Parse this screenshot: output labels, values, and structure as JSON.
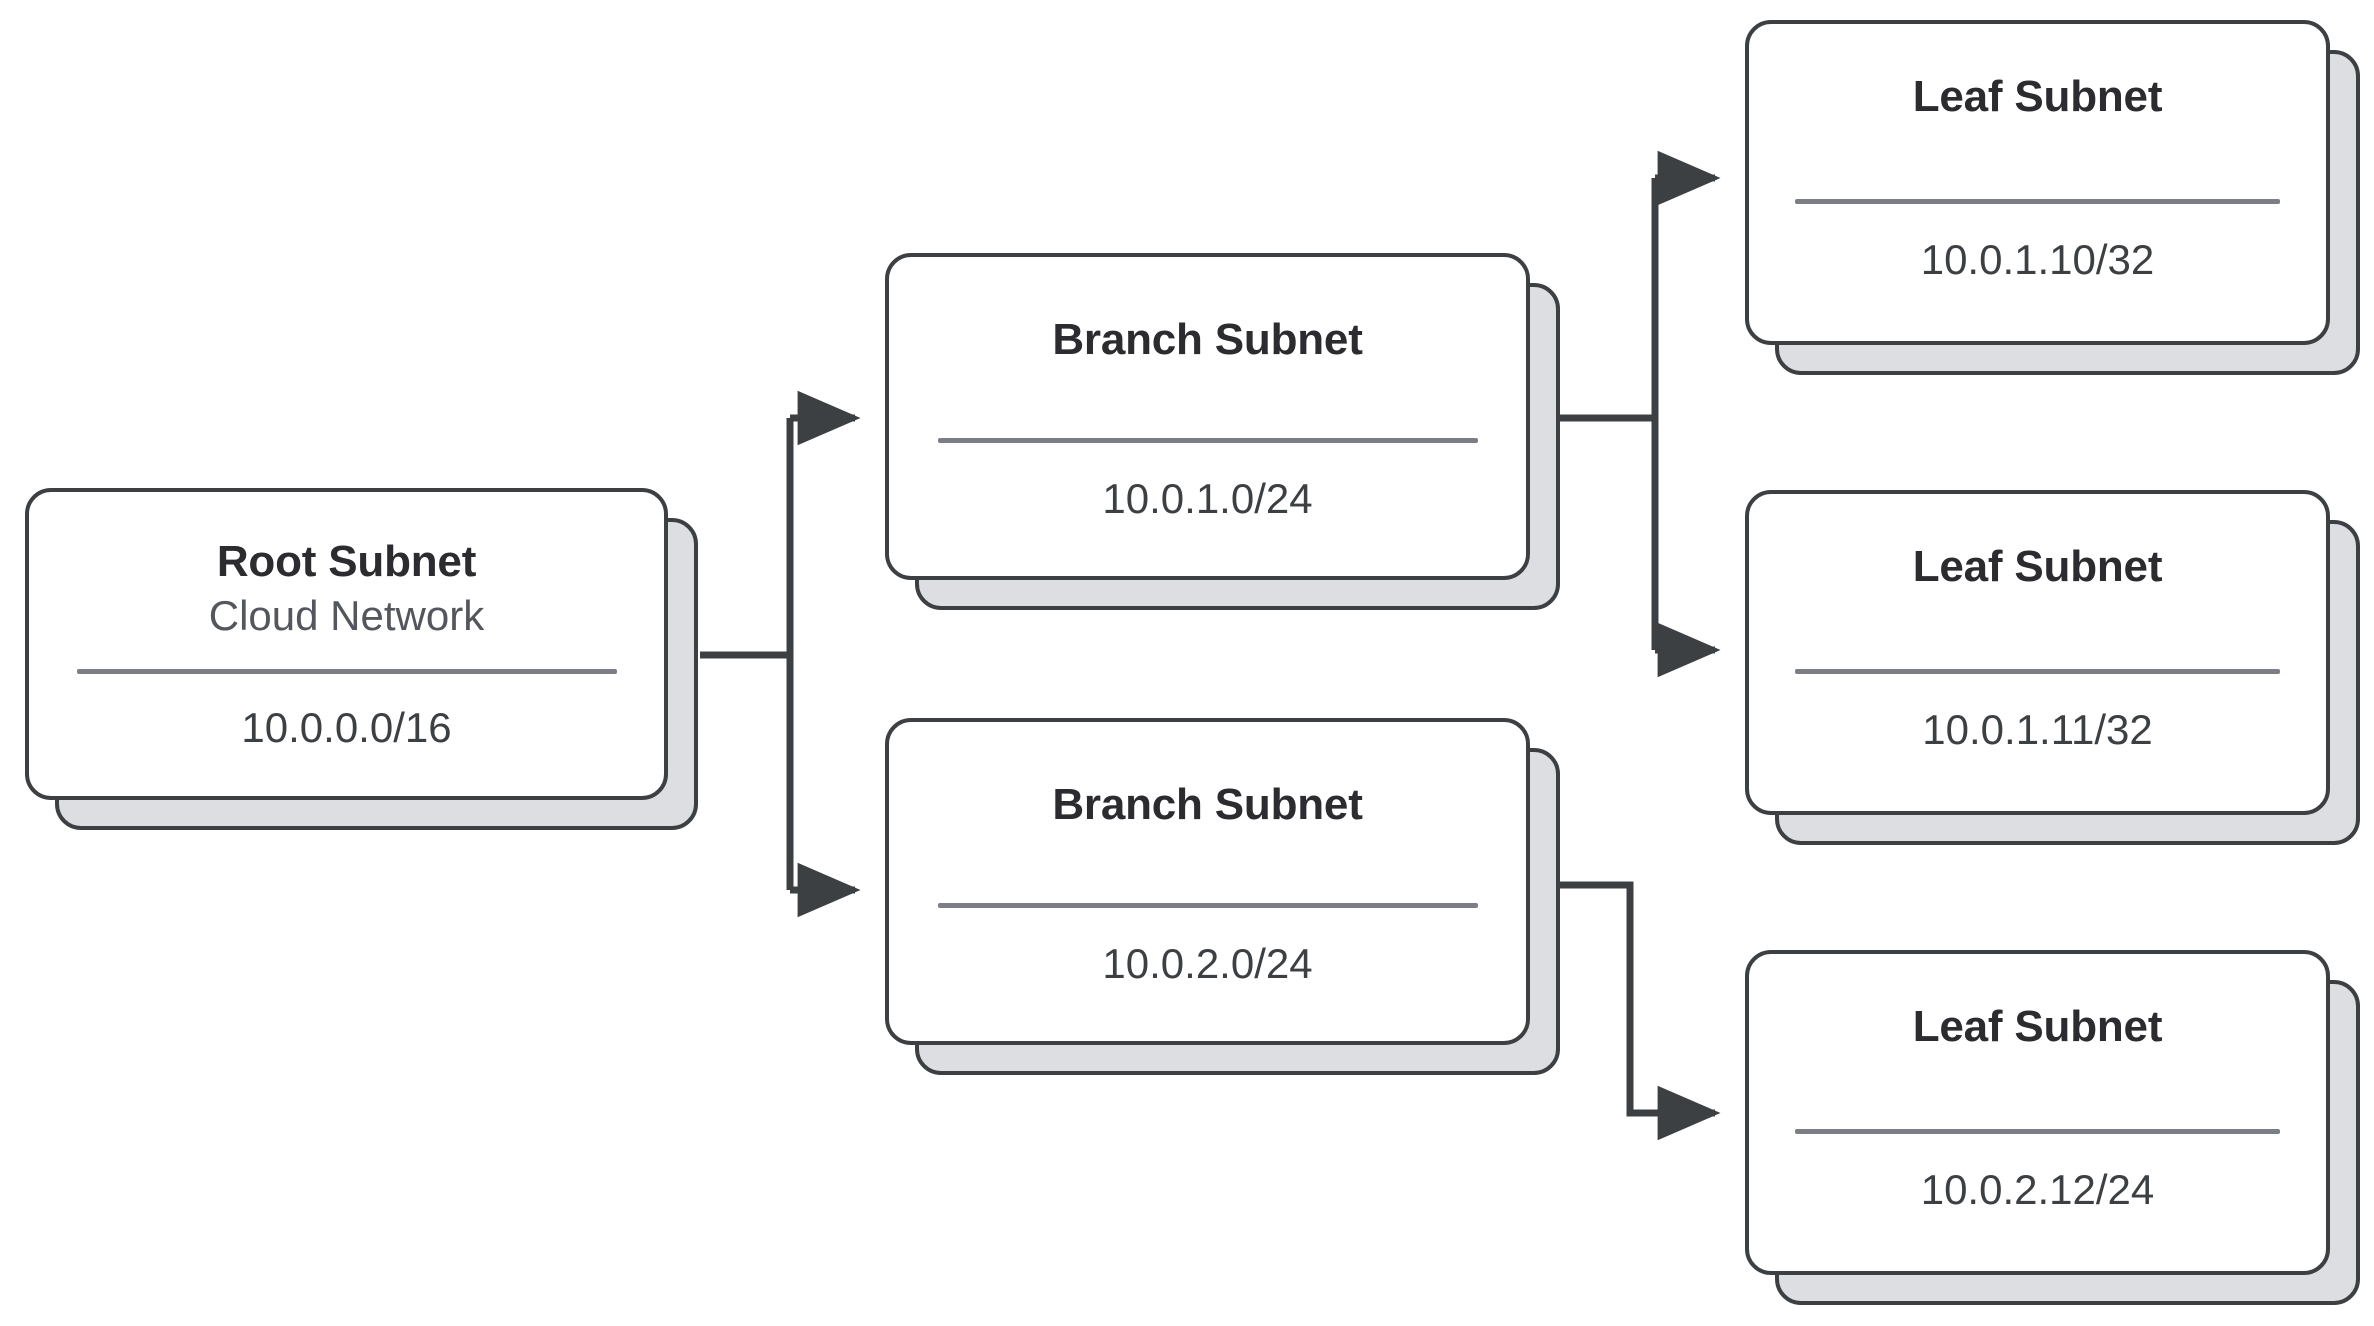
{
  "diagram": {
    "background_color": "#ffffff",
    "card_border_color": "#3c4043",
    "card_face_color": "#ffffff",
    "card_stack_color": "#dcdee2",
    "connector_color": "#3c4043",
    "divider_color": "#7b7e85"
  },
  "nodes": {
    "root": {
      "title": "Root Subnet",
      "subtitle": "Cloud Network",
      "value": "10.0.0.0/16"
    },
    "branches": [
      {
        "title": "Branch Subnet",
        "value": "10.0.1.0/24"
      },
      {
        "title": "Branch Subnet",
        "value": "10.0.2.0/24"
      }
    ],
    "leaves": [
      {
        "title": "Leaf Subnet",
        "value": "10.0.1.10/32"
      },
      {
        "title": "Leaf Subnet",
        "value": "10.0.1.11/32"
      },
      {
        "title": "Leaf Subnet",
        "value": "10.0.2.12/24"
      }
    ]
  },
  "connectors": [
    {
      "from": "root",
      "to": "branch-1",
      "style": "elbow-up"
    },
    {
      "from": "root",
      "to": "branch-2",
      "style": "elbow-down"
    },
    {
      "from": "branch-1",
      "to": "leaf-1",
      "style": "elbow-up"
    },
    {
      "from": "branch-1",
      "to": "leaf-2",
      "style": "elbow-down"
    },
    {
      "from": "branch-2",
      "to": "leaf-3",
      "style": "elbow-down"
    }
  ]
}
